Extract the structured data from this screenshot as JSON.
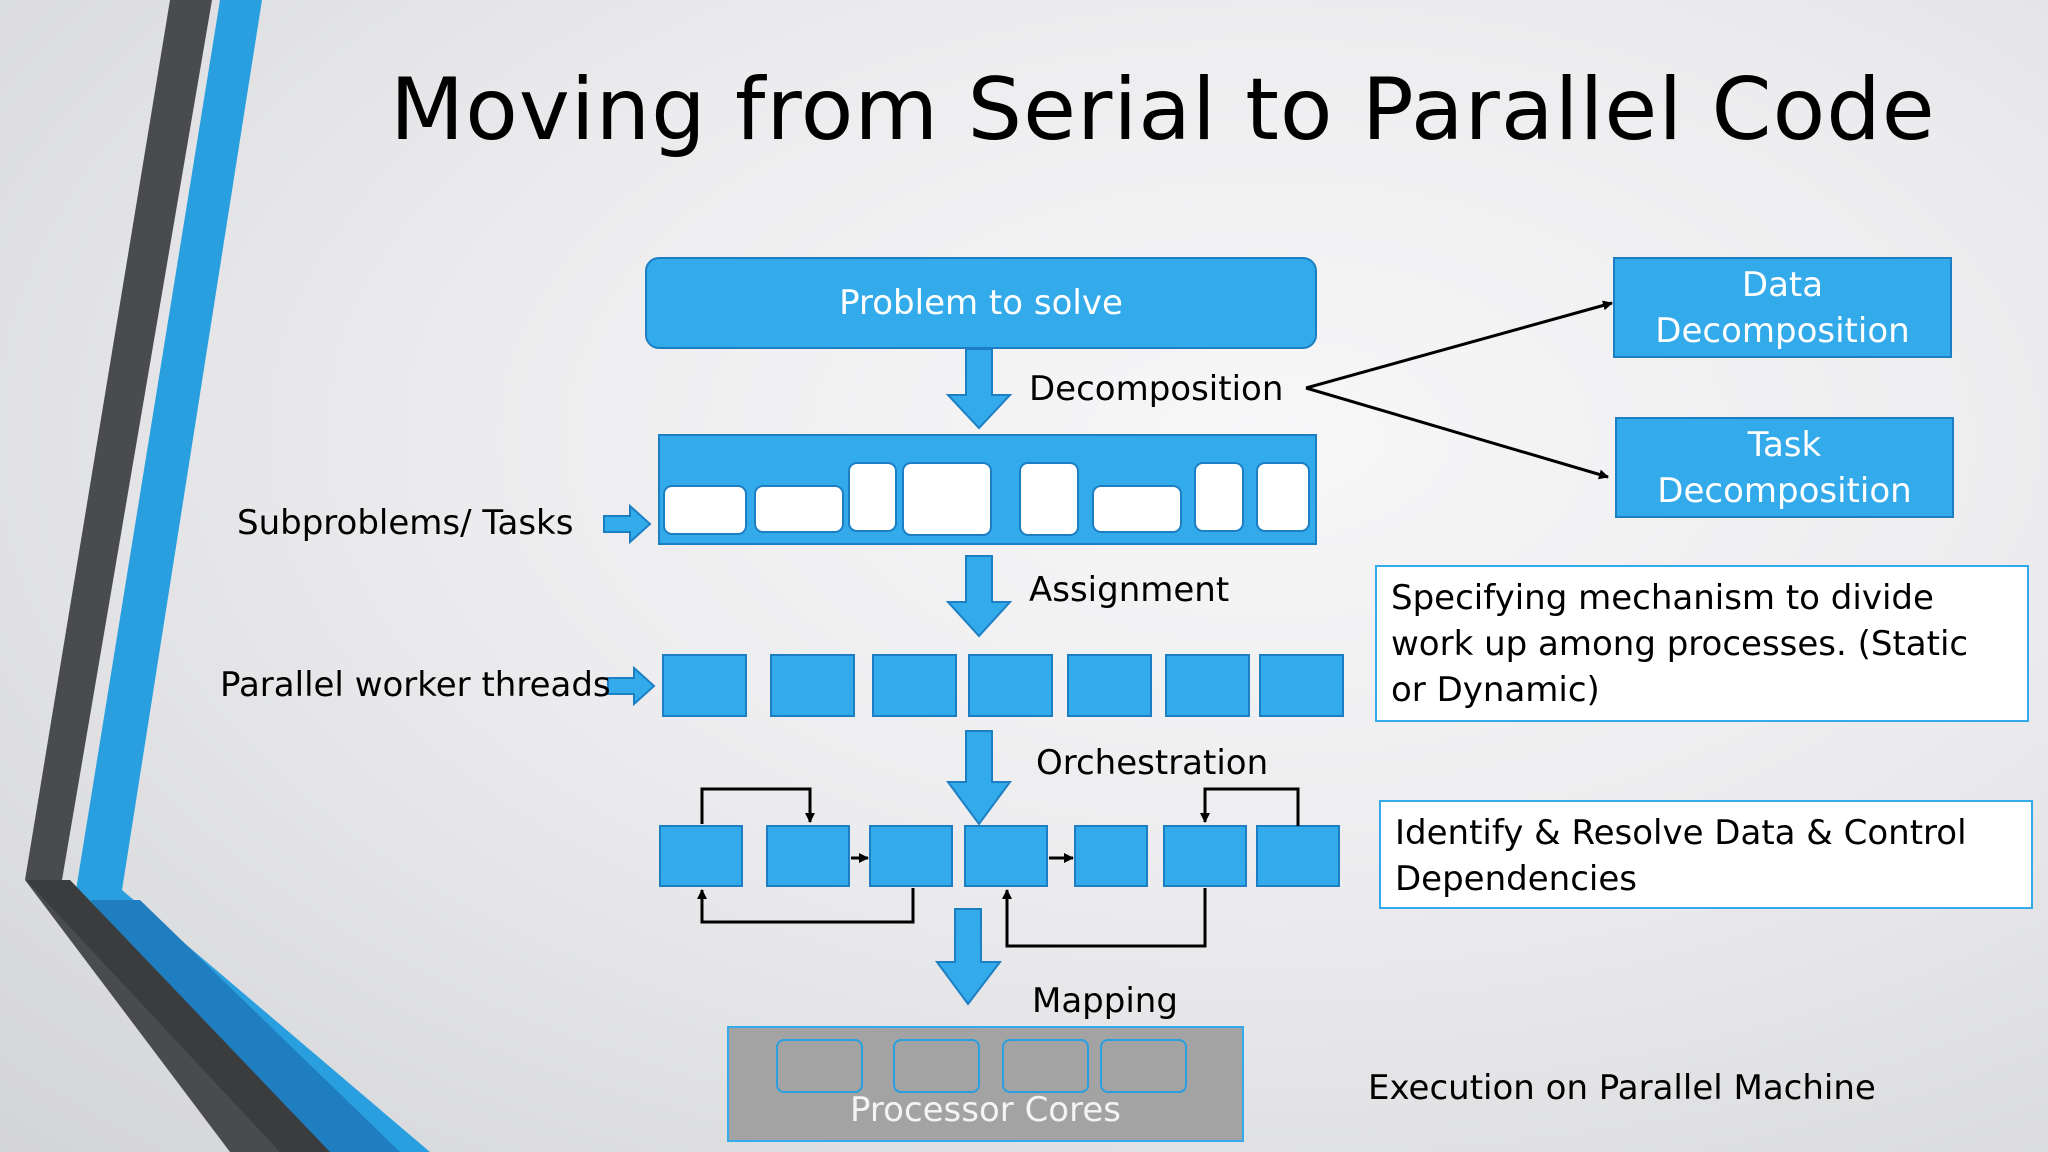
{
  "slide": {
    "title": "Moving from Serial to Parallel Code",
    "problem_box": "Problem to solve",
    "steps": {
      "decomposition": "Decomposition",
      "assignment": "Assignment",
      "orchestration": "Orchestration",
      "mapping": "Mapping"
    },
    "side_labels": {
      "subproblems": "Subproblems/ Tasks",
      "parallel_threads": "Parallel worker threads"
    },
    "decomposition_types": {
      "data": [
        "Data",
        "Decomposition"
      ],
      "task": [
        "Task",
        "Decomposition"
      ]
    },
    "notes": {
      "assignment_note": "Specifying mechanism to divide work up among processes. (Static or Dynamic)",
      "orchestration_note": "Identify & Resolve Data & Control Dependencies"
    },
    "processor_cores": "Processor Cores",
    "execution_label": "Execution on Parallel Machine"
  },
  "colors": {
    "accent_blue": "#33aaea",
    "dark_blue_border": "#1c7fc3",
    "stripe_gray": "#4a4b4d",
    "cores_gray": "#a3a3a4"
  }
}
